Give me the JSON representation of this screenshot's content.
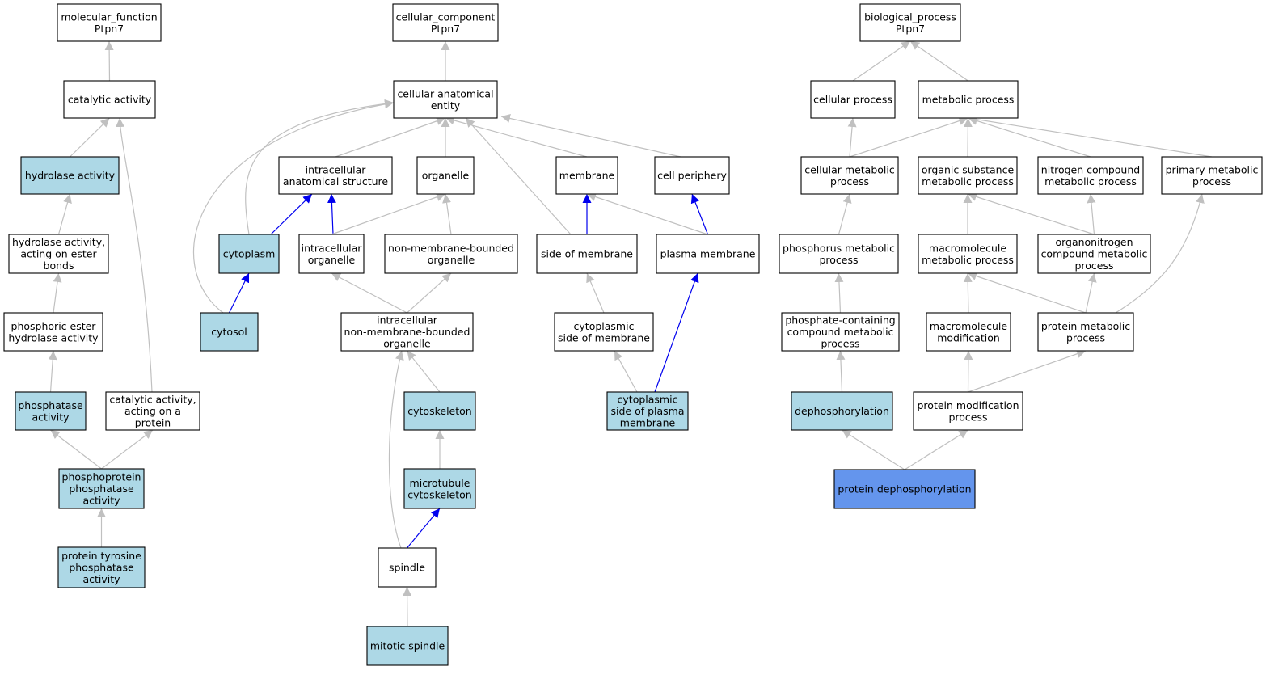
{
  "colors": {
    "default_fill": "#ffffff",
    "ancestor_fill": "#add8e6",
    "focus_fill": "#6495ed",
    "edge_gray": "#c0c0c0",
    "edge_blue": "#0000ee"
  },
  "nodes": {
    "mf_root": {
      "lines": [
        "molecular_function",
        "Ptpn7"
      ],
      "fill": "white"
    },
    "catalytic_activity": {
      "lines": [
        "catalytic activity"
      ],
      "fill": "white"
    },
    "hydrolase_activity": {
      "lines": [
        "hydrolase activity"
      ],
      "fill": "blue"
    },
    "hydrolase_ester": {
      "lines": [
        "hydrolase activity,",
        "acting on ester",
        "bonds"
      ],
      "fill": "white"
    },
    "phosphoric_ester": {
      "lines": [
        "phosphoric ester",
        "hydrolase activity"
      ],
      "fill": "white"
    },
    "phosphatase_activity": {
      "lines": [
        "phosphatase",
        "activity"
      ],
      "fill": "blue"
    },
    "catalytic_protein": {
      "lines": [
        "catalytic activity,",
        "acting on a",
        "protein"
      ],
      "fill": "white"
    },
    "phosphoprotein_phosphatase": {
      "lines": [
        "phosphoprotein",
        "phosphatase",
        "activity"
      ],
      "fill": "blue"
    },
    "ptp_activity": {
      "lines": [
        "protein tyrosine",
        "phosphatase",
        "activity"
      ],
      "fill": "blue"
    },
    "cc_root": {
      "lines": [
        "cellular_component",
        "Ptpn7"
      ],
      "fill": "white"
    },
    "cellular_anatomical_entity": {
      "lines": [
        "cellular anatomical",
        "entity"
      ],
      "fill": "white"
    },
    "intracellular_structure": {
      "lines": [
        "intracellular",
        "anatomical structure"
      ],
      "fill": "white"
    },
    "organelle": {
      "lines": [
        "organelle"
      ],
      "fill": "white"
    },
    "membrane": {
      "lines": [
        "membrane"
      ],
      "fill": "white"
    },
    "cell_periphery": {
      "lines": [
        "cell periphery"
      ],
      "fill": "white"
    },
    "cytoplasm": {
      "lines": [
        "cytoplasm"
      ],
      "fill": "blue"
    },
    "intracellular_organelle": {
      "lines": [
        "intracellular",
        "organelle"
      ],
      "fill": "white"
    },
    "non_membrane_organelle": {
      "lines": [
        "non-membrane-bounded",
        "organelle"
      ],
      "fill": "white"
    },
    "side_of_membrane": {
      "lines": [
        "side of membrane"
      ],
      "fill": "white"
    },
    "plasma_membrane": {
      "lines": [
        "plasma membrane"
      ],
      "fill": "white"
    },
    "cytosol": {
      "lines": [
        "cytosol"
      ],
      "fill": "blue"
    },
    "intracellular_non_membrane": {
      "lines": [
        "intracellular",
        "non-membrane-bounded",
        "organelle"
      ],
      "fill": "white"
    },
    "cytoplasmic_side_membrane": {
      "lines": [
        "cytoplasmic",
        "side of membrane"
      ],
      "fill": "white"
    },
    "cytoskeleton": {
      "lines": [
        "cytoskeleton"
      ],
      "fill": "blue"
    },
    "cytoplasmic_side_plasma": {
      "lines": [
        "cytoplasmic",
        "side of plasma",
        "membrane"
      ],
      "fill": "blue"
    },
    "microtubule_cytoskeleton": {
      "lines": [
        "microtubule",
        "cytoskeleton"
      ],
      "fill": "blue"
    },
    "spindle": {
      "lines": [
        "spindle"
      ],
      "fill": "white"
    },
    "mitotic_spindle": {
      "lines": [
        "mitotic spindle"
      ],
      "fill": "blue"
    },
    "bp_root": {
      "lines": [
        "biological_process",
        "Ptpn7"
      ],
      "fill": "white"
    },
    "cellular_process": {
      "lines": [
        "cellular process"
      ],
      "fill": "white"
    },
    "metabolic_process": {
      "lines": [
        "metabolic process"
      ],
      "fill": "white"
    },
    "cellular_metabolic": {
      "lines": [
        "cellular metabolic",
        "process"
      ],
      "fill": "white"
    },
    "organic_substance": {
      "lines": [
        "organic substance",
        "metabolic process"
      ],
      "fill": "white"
    },
    "nitrogen_compound": {
      "lines": [
        "nitrogen compound",
        "metabolic process"
      ],
      "fill": "white"
    },
    "primary_metabolic": {
      "lines": [
        "primary metabolic",
        "process"
      ],
      "fill": "white"
    },
    "phosphorus_metabolic": {
      "lines": [
        "phosphorus metabolic",
        "process"
      ],
      "fill": "white"
    },
    "macromolecule_metabolic": {
      "lines": [
        "macromolecule",
        "metabolic process"
      ],
      "fill": "white"
    },
    "organonitrogen": {
      "lines": [
        "organonitrogen",
        "compound metabolic",
        "process"
      ],
      "fill": "white"
    },
    "phosphate_containing": {
      "lines": [
        "phosphate-containing",
        "compound metabolic",
        "process"
      ],
      "fill": "white"
    },
    "macromolecule_modification": {
      "lines": [
        "macromolecule",
        "modification"
      ],
      "fill": "white"
    },
    "protein_metabolic": {
      "lines": [
        "protein metabolic",
        "process"
      ],
      "fill": "white"
    },
    "dephosphorylation": {
      "lines": [
        "dephosphorylation"
      ],
      "fill": "blue"
    },
    "protein_modification": {
      "lines": [
        "protein modification",
        "process"
      ],
      "fill": "white"
    },
    "protein_dephosphorylation": {
      "lines": [
        "protein dephosphorylation"
      ],
      "fill": "focus"
    }
  },
  "edges": [
    {
      "from": "catalytic_activity",
      "to": "mf_root",
      "color": "gray"
    },
    {
      "from": "hydrolase_activity",
      "to": "catalytic_activity",
      "color": "gray"
    },
    {
      "from": "catalytic_protein",
      "to": "catalytic_activity",
      "color": "gray"
    },
    {
      "from": "hydrolase_ester",
      "to": "hydrolase_activity",
      "color": "gray"
    },
    {
      "from": "phosphoric_ester",
      "to": "hydrolase_ester",
      "color": "gray"
    },
    {
      "from": "phosphatase_activity",
      "to": "phosphoric_ester",
      "color": "gray"
    },
    {
      "from": "phosphoprotein_phosphatase",
      "to": "phosphatase_activity",
      "color": "gray"
    },
    {
      "from": "phosphoprotein_phosphatase",
      "to": "catalytic_protein",
      "color": "gray"
    },
    {
      "from": "ptp_activity",
      "to": "phosphoprotein_phosphatase",
      "color": "gray"
    },
    {
      "from": "cellular_anatomical_entity",
      "to": "cc_root",
      "color": "gray"
    },
    {
      "from": "intracellular_structure",
      "to": "cellular_anatomical_entity",
      "color": "gray"
    },
    {
      "from": "organelle",
      "to": "cellular_anatomical_entity",
      "color": "gray"
    },
    {
      "from": "membrane",
      "to": "cellular_anatomical_entity",
      "color": "gray"
    },
    {
      "from": "cell_periphery",
      "to": "cellular_anatomical_entity",
      "color": "gray"
    },
    {
      "from": "cytoplasm",
      "to": "cellular_anatomical_entity",
      "color": "gray"
    },
    {
      "from": "cytosol",
      "to": "cellular_anatomical_entity",
      "color": "gray"
    },
    {
      "from": "side_of_membrane",
      "to": "cellular_anatomical_entity",
      "color": "gray"
    },
    {
      "from": "cytoplasm",
      "to": "intracellular_structure",
      "color": "blue"
    },
    {
      "from": "intracellular_organelle",
      "to": "intracellular_structure",
      "color": "blue"
    },
    {
      "from": "intracellular_organelle",
      "to": "organelle",
      "color": "gray"
    },
    {
      "from": "non_membrane_organelle",
      "to": "organelle",
      "color": "gray"
    },
    {
      "from": "side_of_membrane",
      "to": "membrane",
      "color": "blue"
    },
    {
      "from": "plasma_membrane",
      "to": "membrane",
      "color": "gray"
    },
    {
      "from": "plasma_membrane",
      "to": "cell_periphery",
      "color": "blue"
    },
    {
      "from": "cytosol",
      "to": "cytoplasm",
      "color": "blue"
    },
    {
      "from": "intracellular_non_membrane",
      "to": "intracellular_organelle",
      "color": "gray"
    },
    {
      "from": "intracellular_non_membrane",
      "to": "non_membrane_organelle",
      "color": "gray"
    },
    {
      "from": "cytoplasmic_side_membrane",
      "to": "side_of_membrane",
      "color": "gray"
    },
    {
      "from": "cytoplasmic_side_plasma",
      "to": "cytoplasmic_side_membrane",
      "color": "gray"
    },
    {
      "from": "cytoplasmic_side_plasma",
      "to": "plasma_membrane",
      "color": "blue"
    },
    {
      "from": "cytoskeleton",
      "to": "intracellular_non_membrane",
      "color": "gray"
    },
    {
      "from": "microtubule_cytoskeleton",
      "to": "cytoskeleton",
      "color": "gray"
    },
    {
      "from": "spindle",
      "to": "microtubule_cytoskeleton",
      "color": "blue"
    },
    {
      "from": "spindle",
      "to": "intracellular_non_membrane",
      "color": "gray"
    },
    {
      "from": "mitotic_spindle",
      "to": "spindle",
      "color": "gray"
    },
    {
      "from": "cellular_process",
      "to": "bp_root",
      "color": "gray"
    },
    {
      "from": "metabolic_process",
      "to": "bp_root",
      "color": "gray"
    },
    {
      "from": "cellular_metabolic",
      "to": "cellular_process",
      "color": "gray"
    },
    {
      "from": "cellular_metabolic",
      "to": "metabolic_process",
      "color": "gray"
    },
    {
      "from": "organic_substance",
      "to": "metabolic_process",
      "color": "gray"
    },
    {
      "from": "nitrogen_compound",
      "to": "metabolic_process",
      "color": "gray"
    },
    {
      "from": "primary_metabolic",
      "to": "metabolic_process",
      "color": "gray"
    },
    {
      "from": "phosphorus_metabolic",
      "to": "cellular_metabolic",
      "color": "gray"
    },
    {
      "from": "macromolecule_metabolic",
      "to": "organic_substance",
      "color": "gray"
    },
    {
      "from": "organonitrogen",
      "to": "organic_substance",
      "color": "gray"
    },
    {
      "from": "organonitrogen",
      "to": "nitrogen_compound",
      "color": "gray"
    },
    {
      "from": "phosphate_containing",
      "to": "phosphorus_metabolic",
      "color": "gray"
    },
    {
      "from": "macromolecule_modification",
      "to": "macromolecule_metabolic",
      "color": "gray"
    },
    {
      "from": "protein_metabolic",
      "to": "macromolecule_metabolic",
      "color": "gray"
    },
    {
      "from": "protein_metabolic",
      "to": "organonitrogen",
      "color": "gray"
    },
    {
      "from": "protein_metabolic",
      "to": "primary_metabolic",
      "color": "gray"
    },
    {
      "from": "dephosphorylation",
      "to": "phosphate_containing",
      "color": "gray"
    },
    {
      "from": "protein_modification",
      "to": "macromolecule_modification",
      "color": "gray"
    },
    {
      "from": "protein_modification",
      "to": "protein_metabolic",
      "color": "gray"
    },
    {
      "from": "protein_dephosphorylation",
      "to": "dephosphorylation",
      "color": "gray"
    },
    {
      "from": "protein_dephosphorylation",
      "to": "protein_modification",
      "color": "gray"
    }
  ]
}
